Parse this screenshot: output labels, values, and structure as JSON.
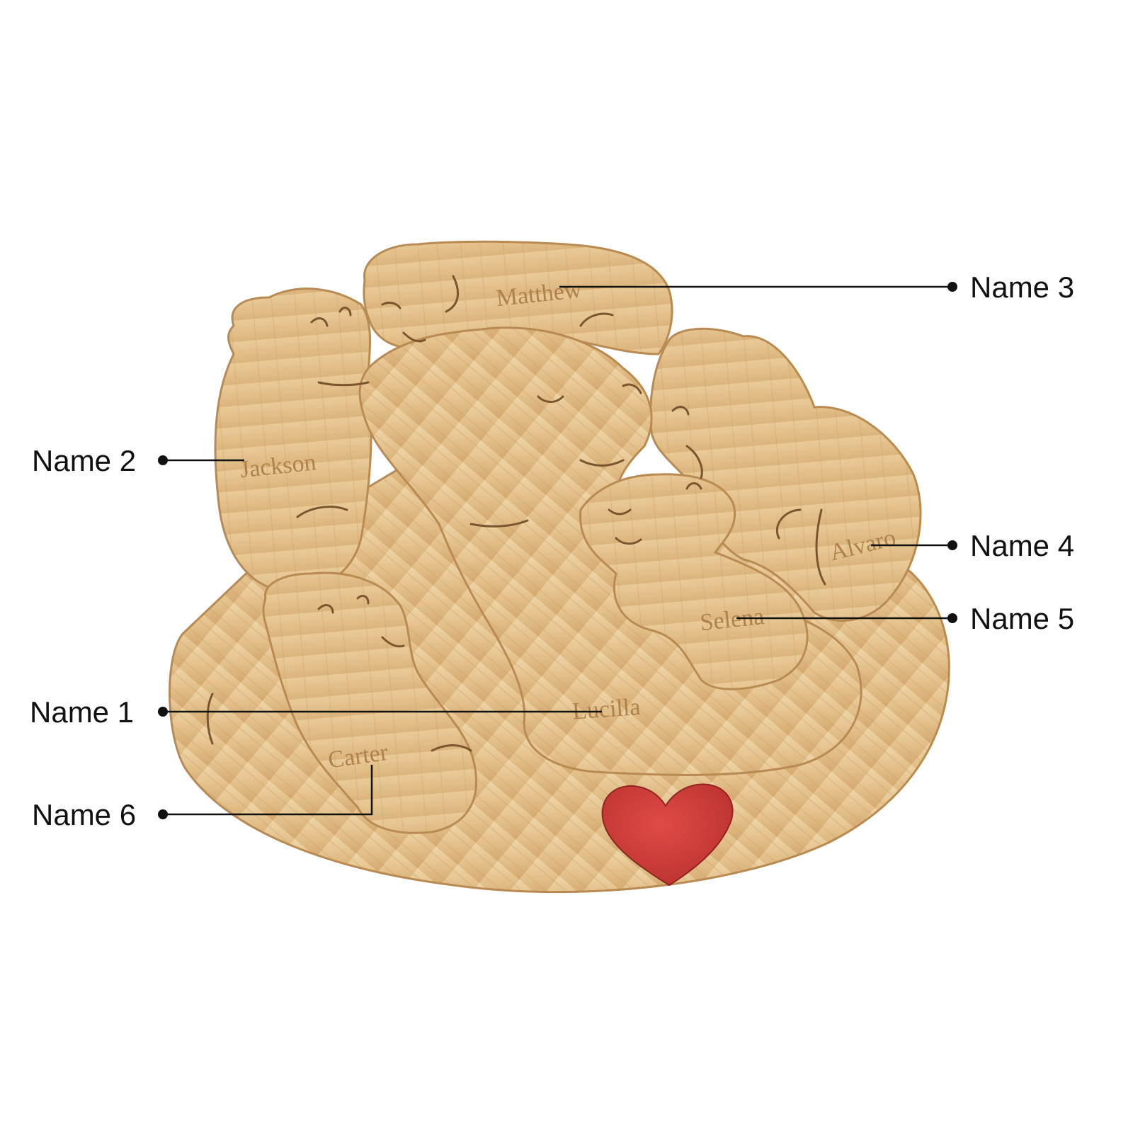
{
  "callouts": [
    {
      "id": "name3",
      "label": "Name 3"
    },
    {
      "id": "name2",
      "label": "Name 2"
    },
    {
      "id": "name4",
      "label": "Name 4"
    },
    {
      "id": "name5",
      "label": "Name 5"
    },
    {
      "id": "name1",
      "label": "Name 1"
    },
    {
      "id": "name6",
      "label": "Name 6"
    }
  ],
  "engraved_names": {
    "matthew": "Matthew",
    "jackson": "Jackson",
    "alvaro": "Alvaro",
    "selena": "Selena",
    "lucilla": "Lucilla",
    "carter": "Carter"
  },
  "colors": {
    "wood_light": "#e8c99a",
    "wood_mid": "#d9b27a",
    "wood_dark": "#c8995e",
    "heart": "#cc3d3a",
    "line": "#111111"
  }
}
